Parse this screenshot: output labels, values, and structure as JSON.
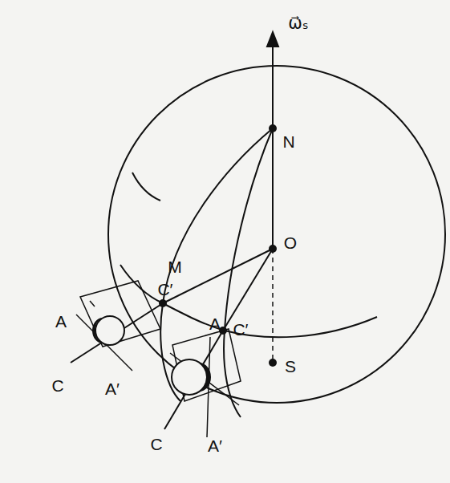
{
  "diagram": {
    "labels": [
      "ω⃗ₛ",
      "N",
      "O",
      "M",
      "C′",
      "A",
      "C′",
      "S",
      "A",
      "C",
      "A′",
      "C",
      "A′"
    ]
  }
}
